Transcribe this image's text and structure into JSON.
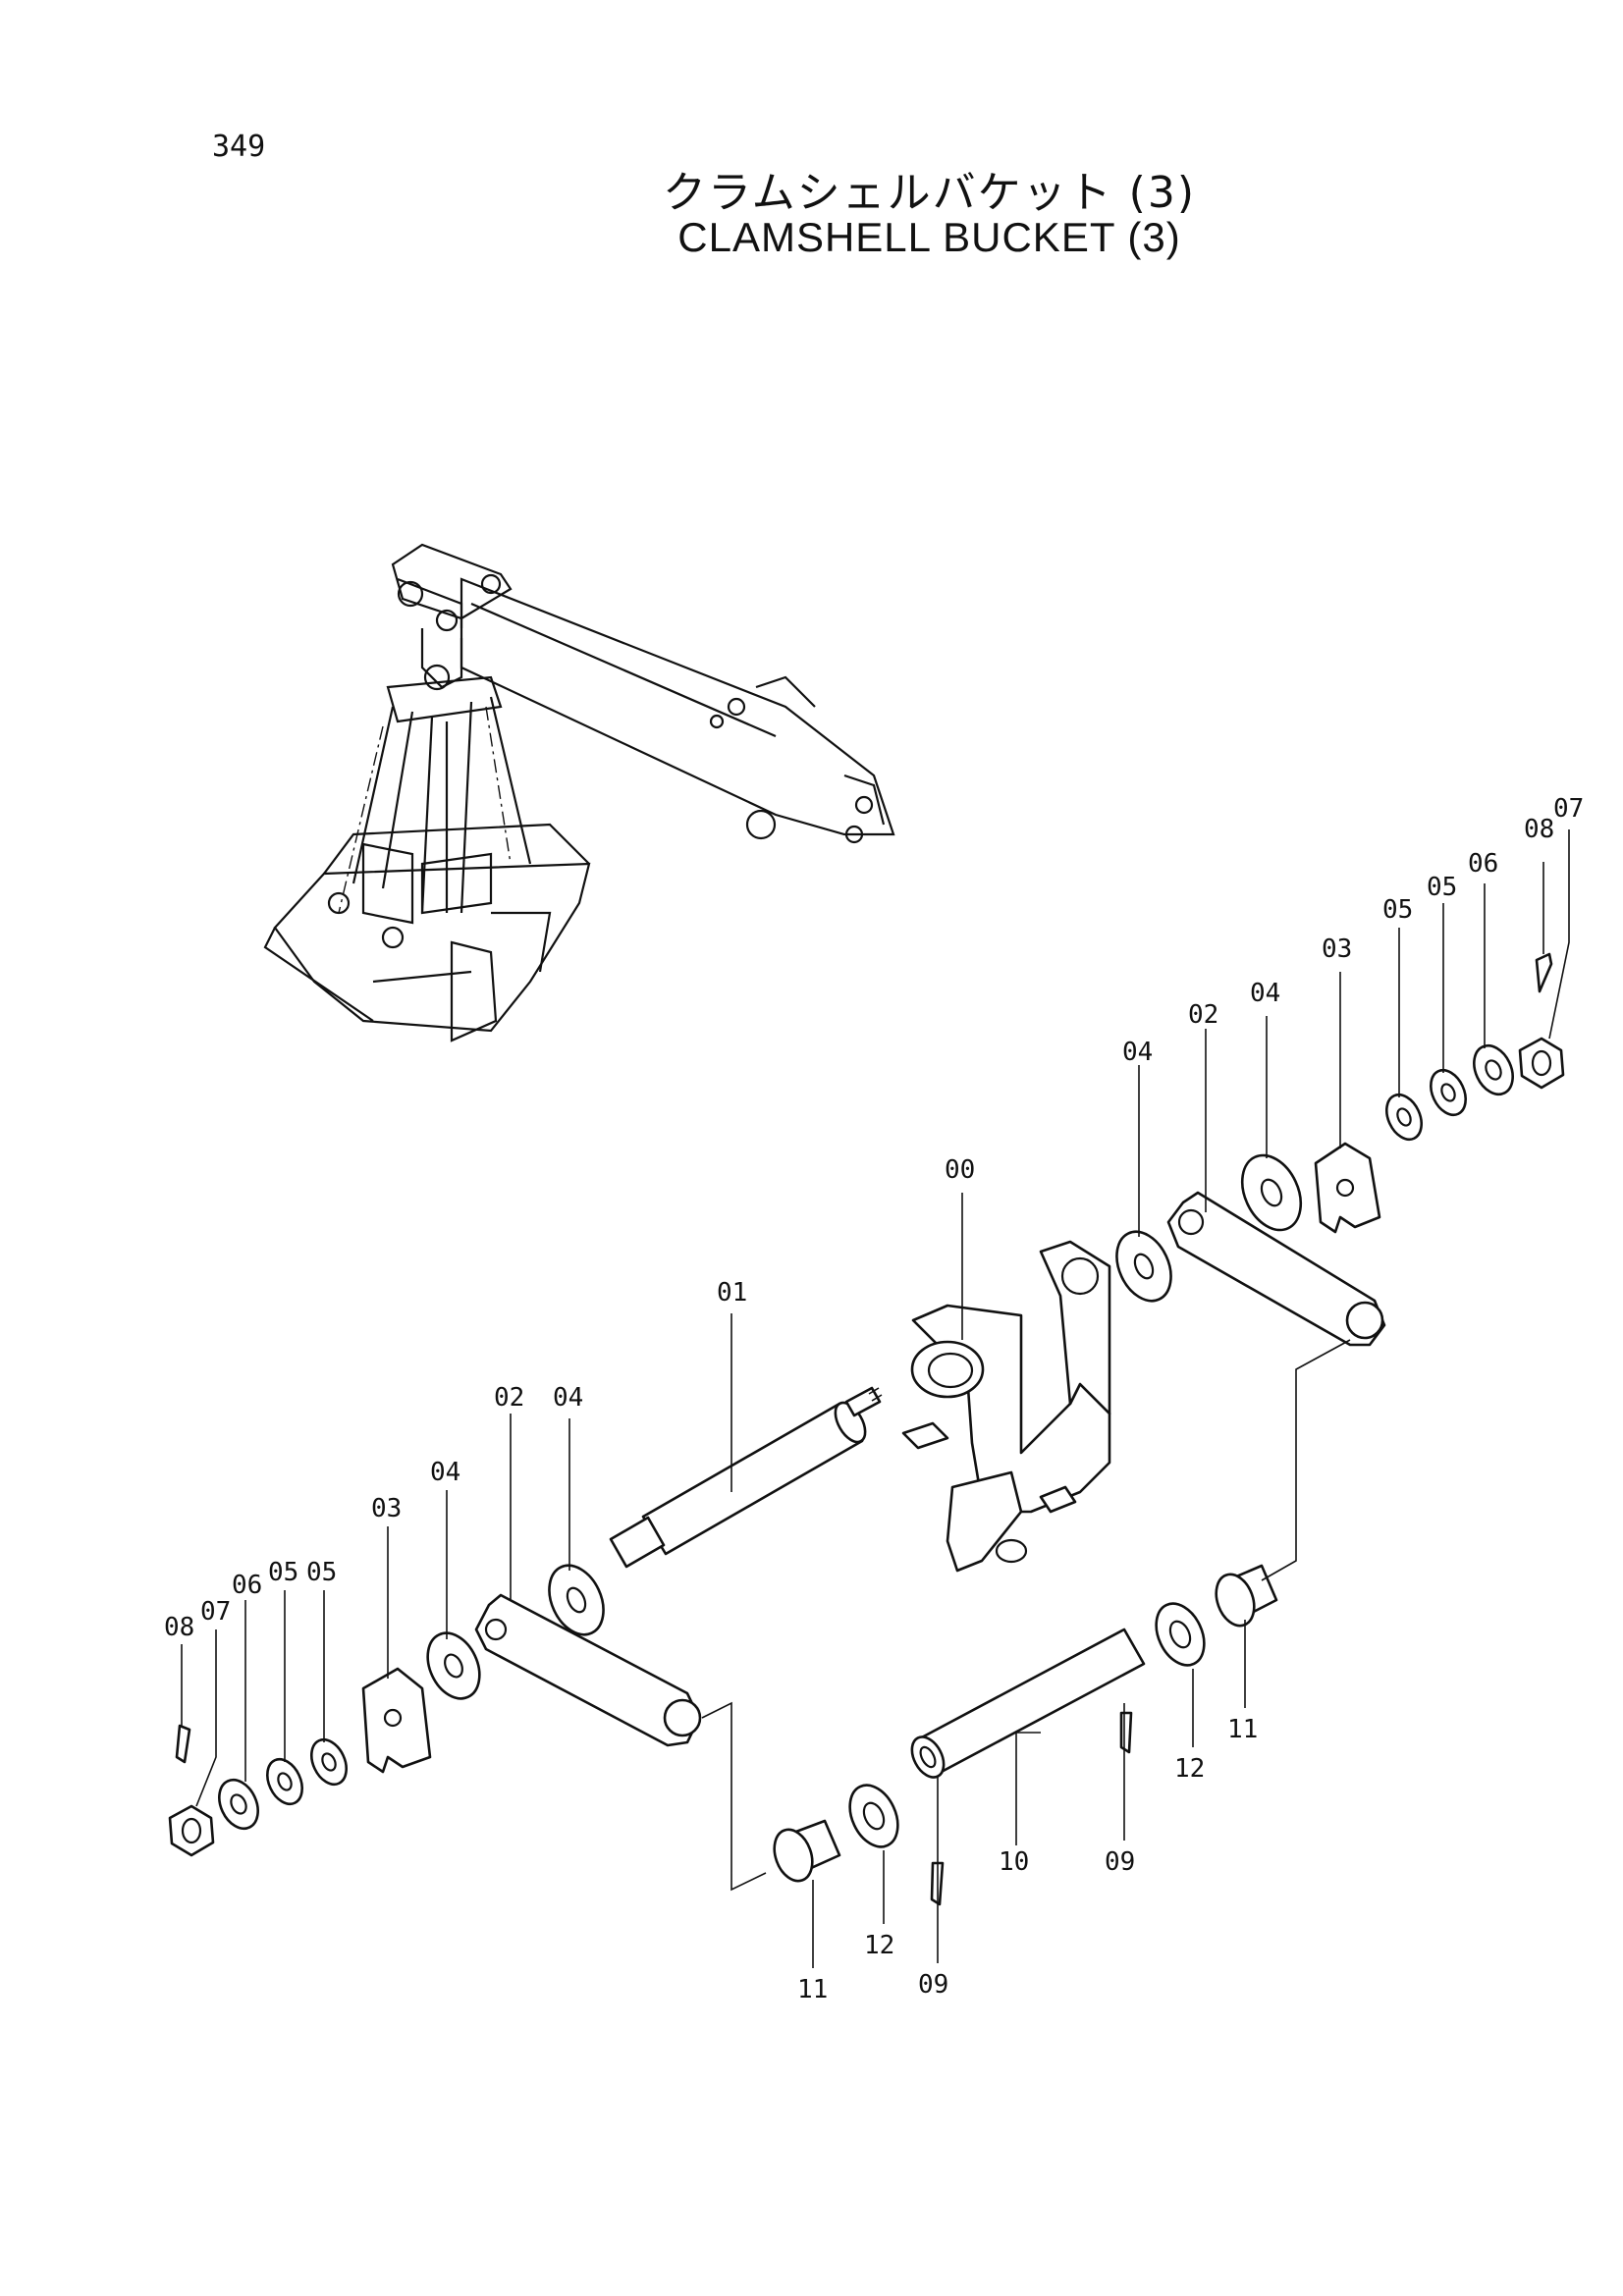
{
  "page": {
    "number": "349"
  },
  "title": {
    "japanese": "クラムシェルバケット (3)",
    "english": "CLAMSHELL  BUCKET (3)"
  },
  "callouts": {
    "c00": "00",
    "c01": "01",
    "c02a": "02",
    "c02b": "02",
    "c03a": "03",
    "c03b": "03",
    "c04a": "04",
    "c04b": "04",
    "c04c": "04",
    "c04d": "04",
    "c05a": "05",
    "c05b": "05",
    "c05c": "05",
    "c05d": "05",
    "c06a": "06",
    "c06b": "06",
    "c07a": "07",
    "c07b": "07",
    "c08a": "08",
    "c08b": "08",
    "c09a": "09",
    "c09b": "09",
    "c10": "10",
    "c11a": "11",
    "c11b": "11",
    "c12a": "12",
    "c12b": "12"
  }
}
